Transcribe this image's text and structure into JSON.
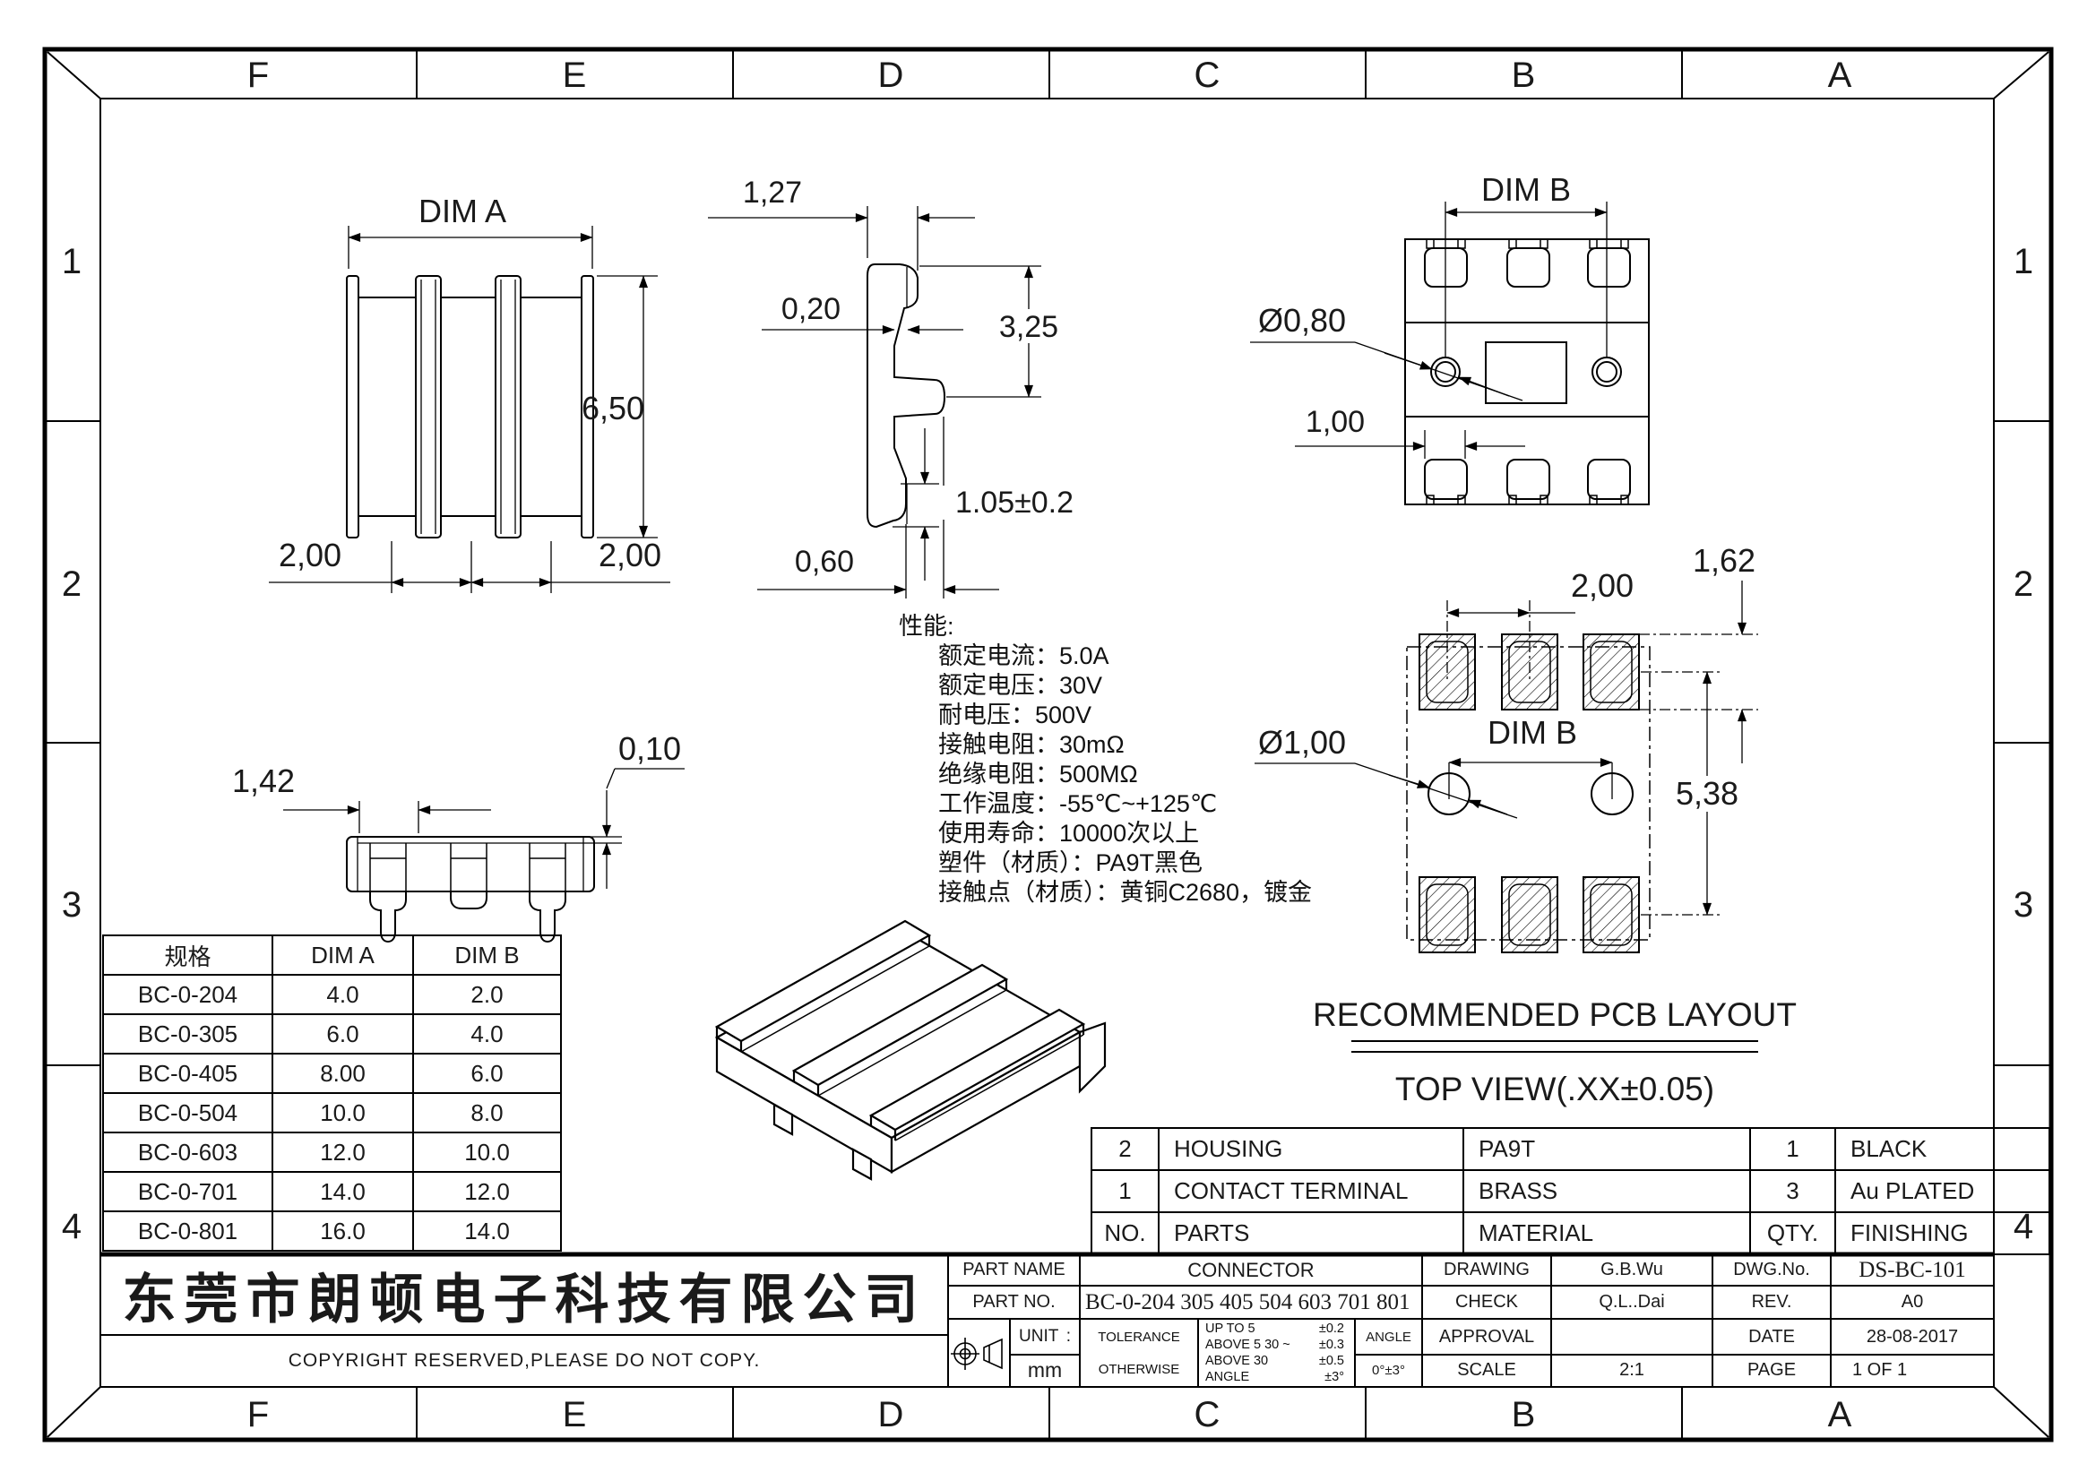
{
  "sheet": {
    "cols": [
      "F",
      "E",
      "D",
      "C",
      "B",
      "A"
    ],
    "rows": [
      "1",
      "2",
      "3",
      "4"
    ]
  },
  "front_view": {
    "dim_a": "DIM A",
    "height": "6,50",
    "pitch_left": "2,00",
    "pitch_right": "2,00"
  },
  "side_view": {
    "width": "1,27",
    "lip": "0,20",
    "depth": "3,25",
    "foot": "1.05±0.2",
    "toe": "0,60"
  },
  "back_view": {
    "dim_b": "DIM B",
    "hole_dia": "Ø0,80",
    "pad": "1,00"
  },
  "bottom_view": {
    "pitch": "1,42",
    "lip": "0,10"
  },
  "pcb": {
    "pad_pitch": "2,00",
    "pad_width": "1,62",
    "hole_dia": "Ø1,00",
    "dim_b": "DIM B",
    "row_span": "5,38",
    "title": "RECOMMENDED PCB LAYOUT",
    "subtitle": "TOP VIEW(.XX±0.05)"
  },
  "performance": {
    "title": "性能:",
    "lines": [
      "额定电流：5.0A",
      "额定电压：30V",
      "耐电压：500V",
      "接触电阻：30mΩ",
      "绝缘电阻：500MΩ",
      "工作温度：-55℃~+125℃",
      "使用寿命：10000次以上",
      "塑件（材质）：PA9T黑色",
      "接触点（材质）：黄铜C2680，镀金"
    ]
  },
  "spec_table": {
    "headers": [
      "规格",
      "DIM A",
      "DIM B"
    ],
    "rows": [
      [
        "BC-0-204",
        "4.0",
        "2.0"
      ],
      [
        "BC-0-305",
        "6.0",
        "4.0"
      ],
      [
        "BC-0-405",
        "8.00",
        "6.0"
      ],
      [
        "BC-0-504",
        "10.0",
        "8.0"
      ],
      [
        "BC-0-603",
        "12.0",
        "10.0"
      ],
      [
        "BC-0-701",
        "14.0",
        "12.0"
      ],
      [
        "BC-0-801",
        "16.0",
        "14.0"
      ]
    ]
  },
  "parts_table": {
    "rows": [
      [
        "2",
        "HOUSING",
        "PA9T",
        "1",
        "BLACK"
      ],
      [
        "1",
        "CONTACT TERMINAL",
        "BRASS",
        "3",
        "Au PLATED"
      ],
      [
        "NO.",
        "PARTS",
        "MATERIAL",
        "QTY.",
        "FINISHING"
      ]
    ]
  },
  "title_block": {
    "company": "东莞市朗顿电子科技有限公司",
    "copyright": "COPYRIGHT RESERVED,PLEASE DO NOT COPY.",
    "part_name_label": "PART NAME",
    "part_name": "CONNECTOR",
    "part_no_label": "PART NO.",
    "part_no": "BC-0-204 305 405 504 603 701 801",
    "drawing_label": "DRAWING",
    "drawing_by": "G.B.Wu",
    "check_label": "CHECK",
    "check_by": "Q.L..Dai",
    "approval_label": "APPROVAL",
    "approval_by": "",
    "dwg_no_label": "DWG.No.",
    "dwg_no": "DS-BC-101",
    "rev_label": "REV.",
    "rev": "A0",
    "date_label": "DATE",
    "date": "28-08-2017",
    "scale_label": "SCALE",
    "scale": "2:1",
    "page_label": "PAGE",
    "page": "1 OF 1",
    "unit_label": "UNIT",
    "unit_colon": ":",
    "unit": "mm",
    "tolerance_label": "TOLERANCE",
    "otherwise_label": "OTHERWISE",
    "angle_label": "ANGLE",
    "angle_tol": "0°±3°",
    "tolerances": [
      [
        "UP TO 5",
        "±0.2"
      ],
      [
        "ABOVE 5  30 ~",
        "±0.3"
      ],
      [
        "ABOVE 30",
        "±0.5"
      ],
      [
        "ANGLE",
        "±3°"
      ]
    ]
  }
}
